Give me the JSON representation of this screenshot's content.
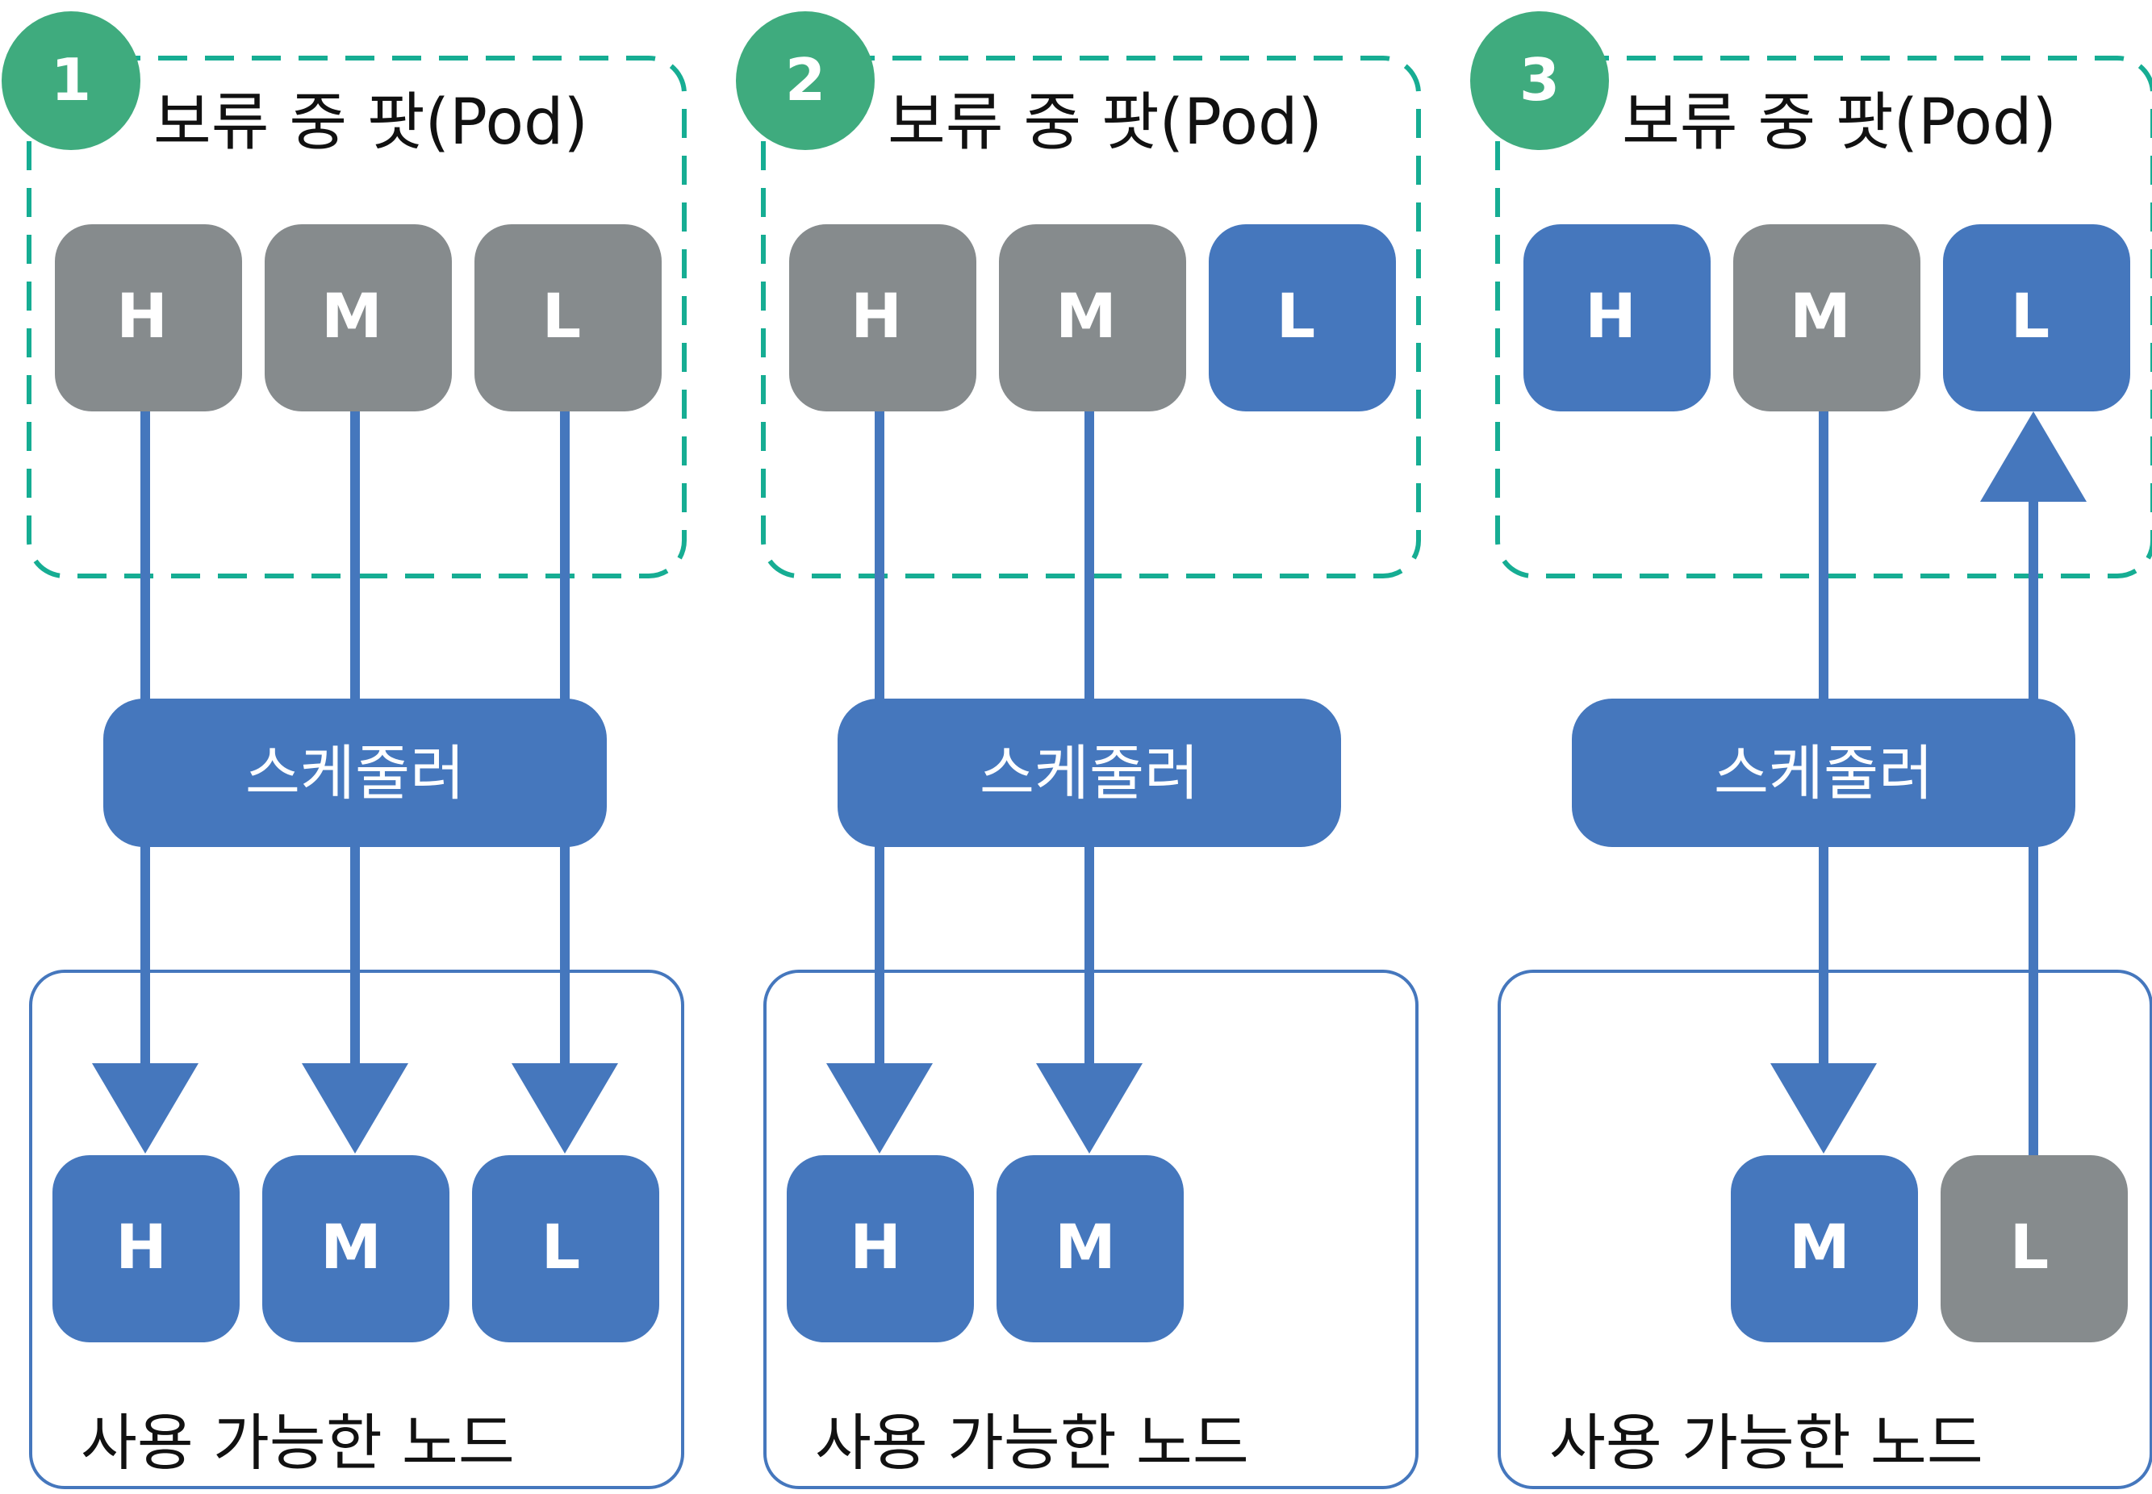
{
  "colors": {
    "pending_border": "#16ad93",
    "badge": "#3fab7e",
    "blue": "#4577bd",
    "gray": "#868b8d",
    "node_border": "#4577bd"
  },
  "panels": [
    {
      "step": "1",
      "pending_title": "보류 중 팟(Pod)",
      "scheduler_label": "스케줄러",
      "node_title": "사용 가능한 노드",
      "pending_pods": [
        {
          "label": "H",
          "state": "gray"
        },
        {
          "label": "M",
          "state": "gray"
        },
        {
          "label": "L",
          "state": "gray"
        }
      ],
      "node_pods": [
        {
          "label": "H",
          "state": "blue",
          "slot": 0
        },
        {
          "label": "M",
          "state": "blue",
          "slot": 1
        },
        {
          "label": "L",
          "state": "blue",
          "slot": 2
        }
      ],
      "flows": [
        {
          "from_slot": 0,
          "direction": "down"
        },
        {
          "from_slot": 1,
          "direction": "down"
        },
        {
          "from_slot": 2,
          "direction": "down"
        }
      ]
    },
    {
      "step": "2",
      "pending_title": "보류 중 팟(Pod)",
      "scheduler_label": "스케줄러",
      "node_title": "사용 가능한 노드",
      "pending_pods": [
        {
          "label": "H",
          "state": "gray"
        },
        {
          "label": "M",
          "state": "gray"
        },
        {
          "label": "L",
          "state": "blue"
        }
      ],
      "node_pods": [
        {
          "label": "H",
          "state": "blue",
          "slot": 0
        },
        {
          "label": "M",
          "state": "blue",
          "slot": 1
        }
      ],
      "flows": [
        {
          "from_slot": 0,
          "direction": "down"
        },
        {
          "from_slot": 1,
          "direction": "down"
        }
      ]
    },
    {
      "step": "3",
      "pending_title": "보류 중 팟(Pod)",
      "scheduler_label": "스케줄러",
      "node_title": "사용 가능한 노드",
      "pending_pods": [
        {
          "label": "H",
          "state": "blue"
        },
        {
          "label": "M",
          "state": "gray"
        },
        {
          "label": "L",
          "state": "blue"
        }
      ],
      "node_pods": [
        {
          "label": "M",
          "state": "blue",
          "slot": 1
        },
        {
          "label": "L",
          "state": "gray",
          "slot": 2
        }
      ],
      "flows": [
        {
          "from_slot": 1,
          "direction": "down"
        },
        {
          "from_slot": 2,
          "direction": "up"
        }
      ]
    }
  ]
}
